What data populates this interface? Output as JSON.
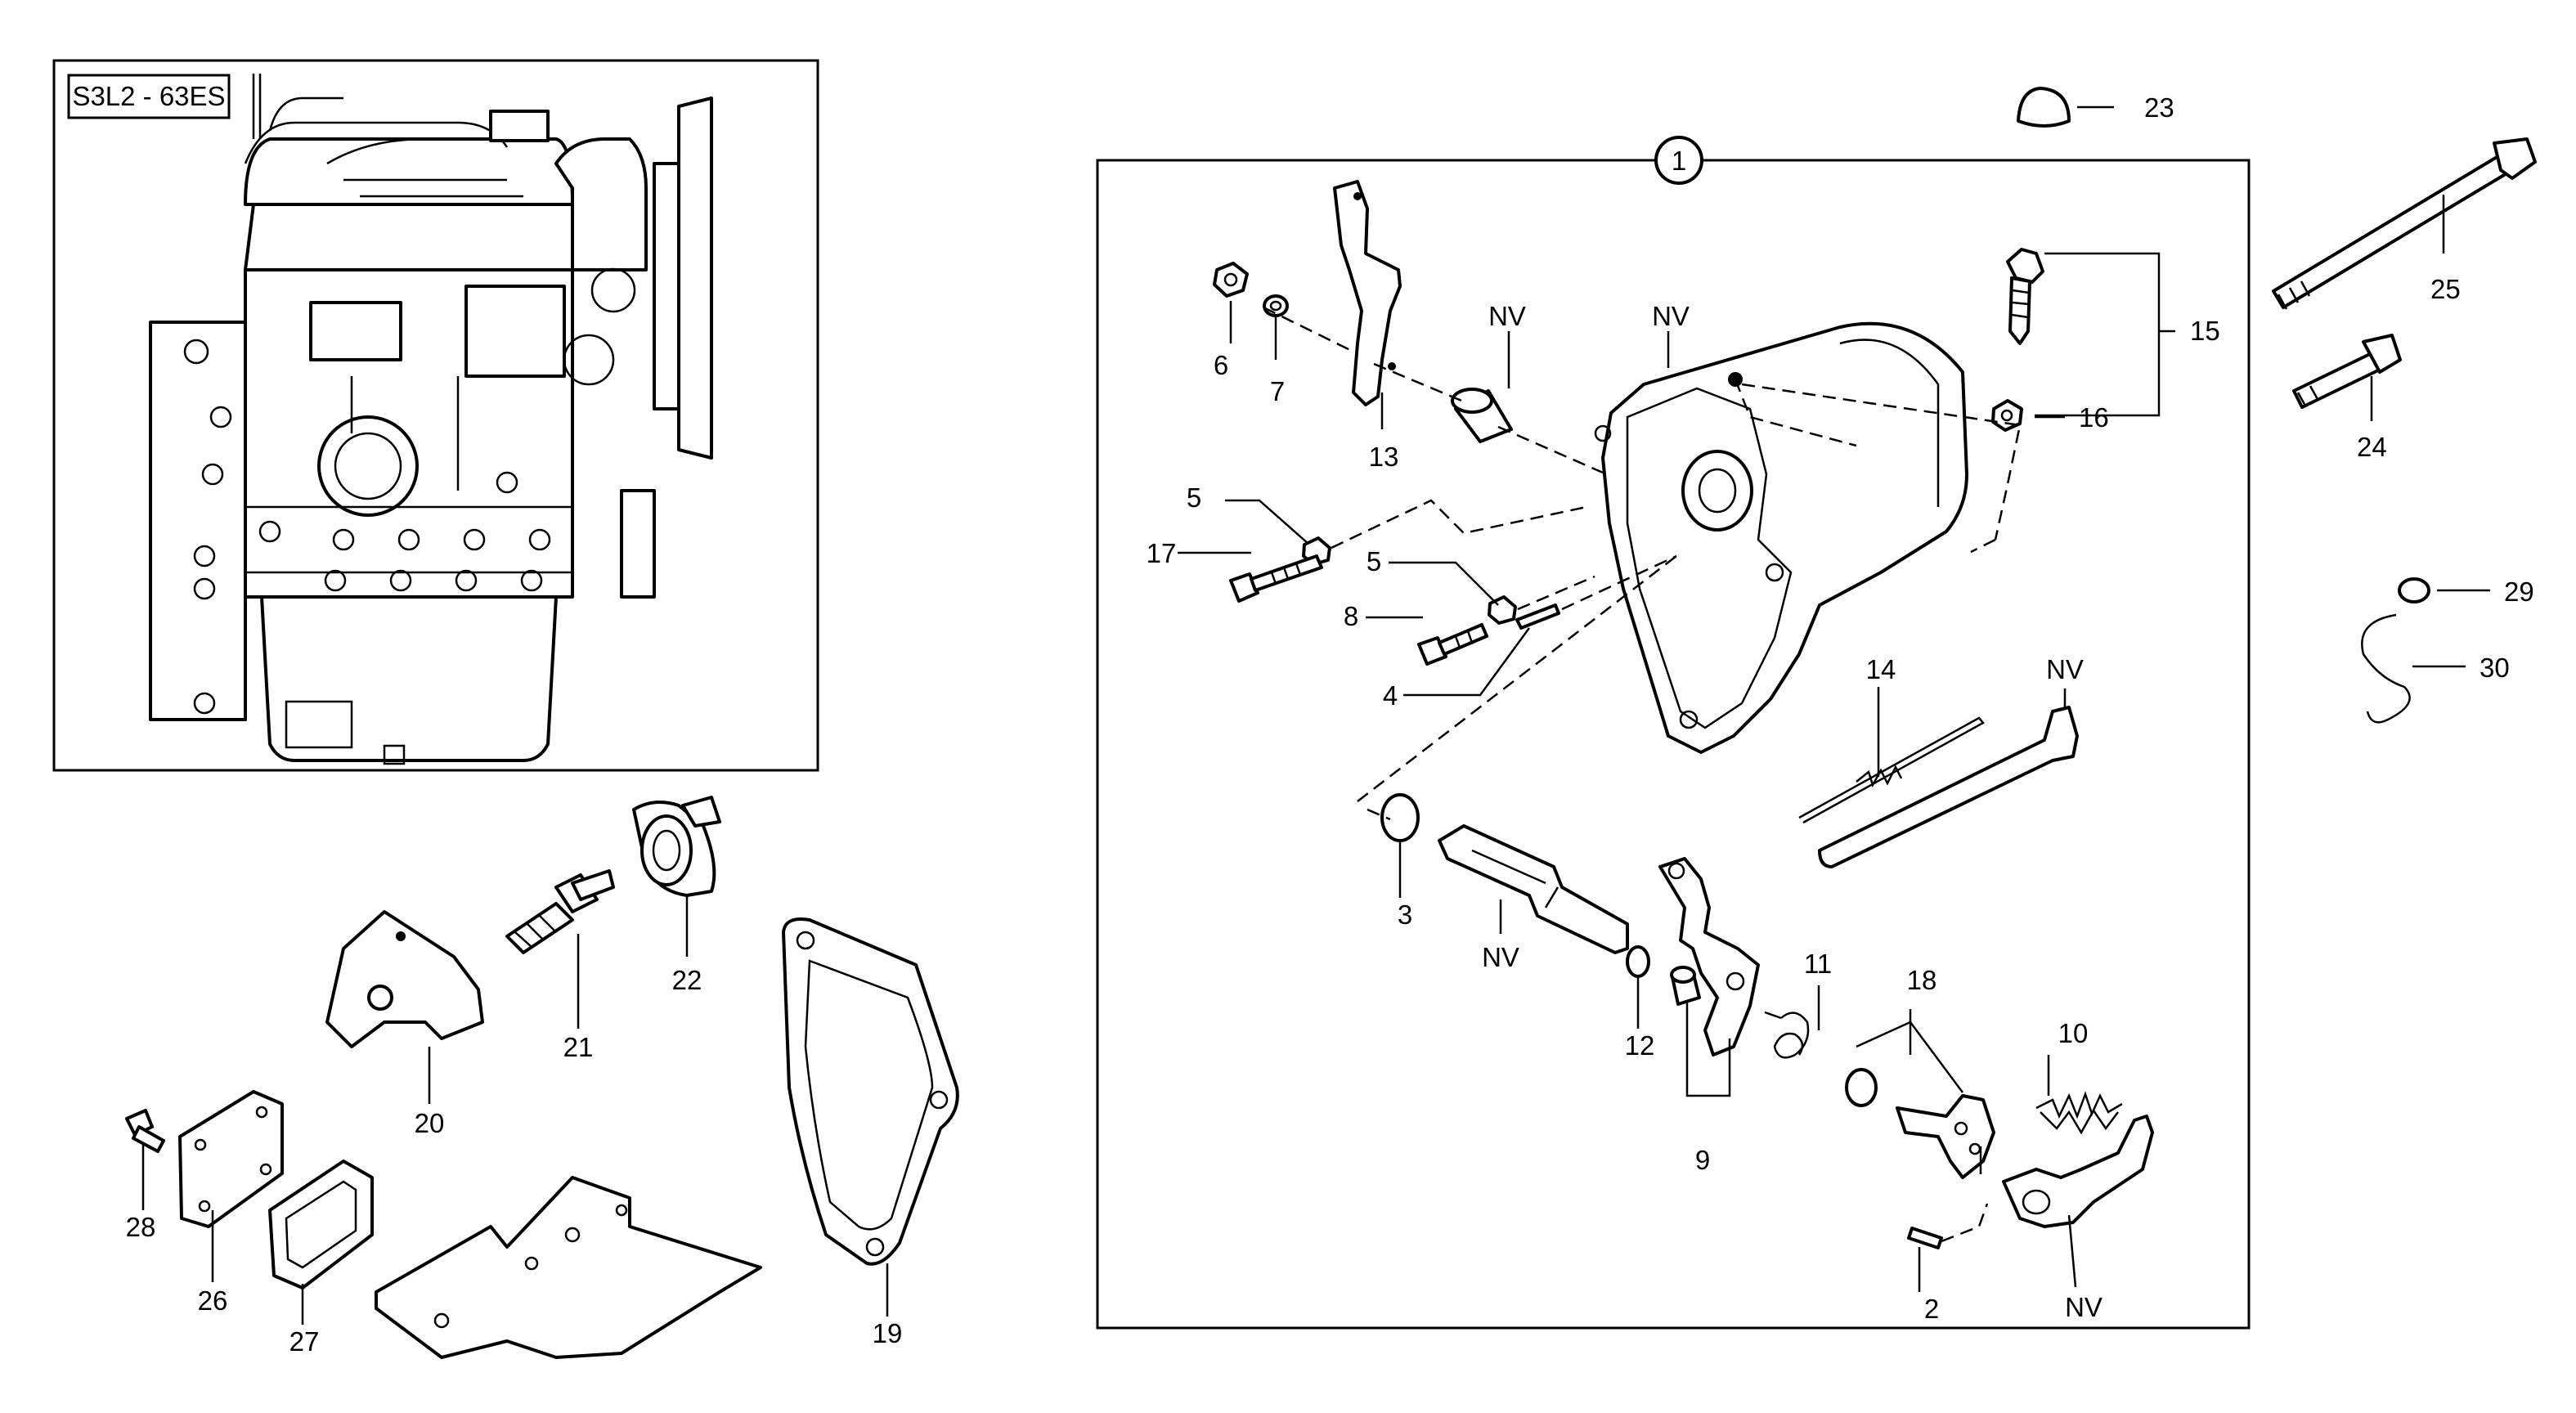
{
  "model_code": "S3L2 - 63ES",
  "assembly_ref": "1",
  "not_available": "NV",
  "callouts": {
    "p2": "2",
    "p3": "3",
    "p4": "4",
    "p5": "5",
    "p6": "6",
    "p7": "7",
    "p8": "8",
    "p9": "9",
    "p10": "10",
    "p11": "11",
    "p12": "12",
    "p13": "13",
    "p14": "14",
    "p15": "15",
    "p16": "16",
    "p17": "17",
    "p18": "18",
    "p19": "19",
    "p20": "20",
    "p21": "21",
    "p22": "22",
    "p23": "23",
    "p24": "24",
    "p25": "25",
    "p26": "26",
    "p27": "27",
    "p28": "28",
    "p29": "29",
    "p30": "30"
  }
}
